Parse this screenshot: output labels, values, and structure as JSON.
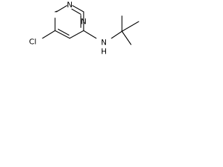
{
  "molecule": {
    "atoms": {
      "cl": "Cl",
      "n_ring_top": "N",
      "n_ring_right": "N",
      "n_amine": "N",
      "h_amine": "H"
    }
  }
}
